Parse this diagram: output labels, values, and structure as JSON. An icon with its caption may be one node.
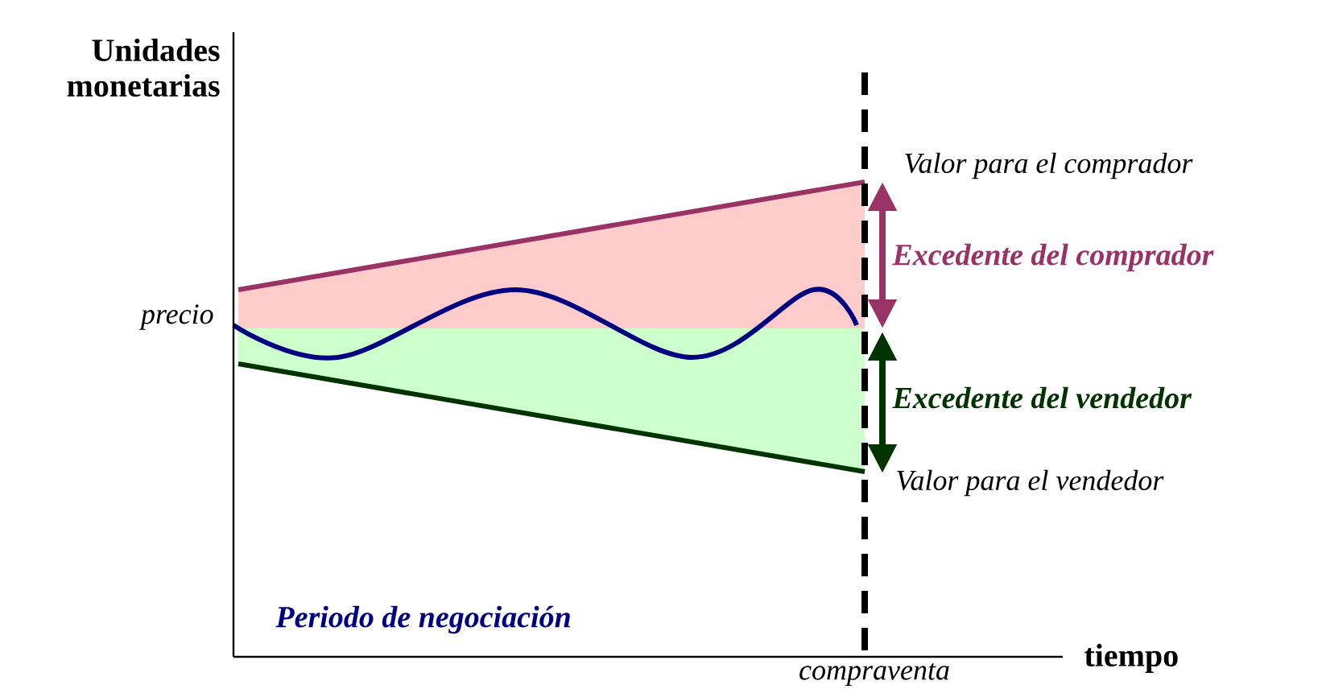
{
  "diagram": {
    "labels": [
      "Unidades monetarias",
      "Valor para  el comprador",
      "Excedente del comprador",
      "precio",
      "Excedente del vendedor",
      "Valor para el vendedor",
      "Periodo de negociación",
      "compraventa",
      "tiempo"
    ]
  }
}
